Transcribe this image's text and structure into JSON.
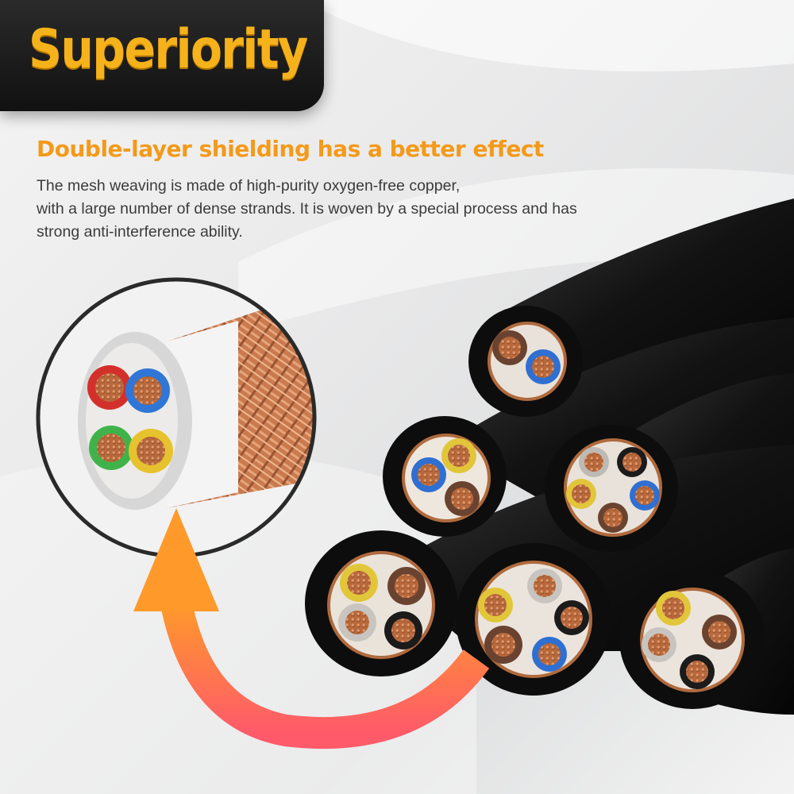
{
  "header": {
    "title": "Superiority"
  },
  "feature": {
    "heading": "Double-layer shielding has a better effect",
    "description_lines": [
      "The mesh weaving is made of high-purity oxygen-free copper,",
      "with a large number of dense strands. It is woven by a special process and has",
      "strong anti-interference ability."
    ]
  },
  "colors": {
    "title_text": "#f6b21a",
    "heading_text": "#f39a1a",
    "badge_background": "#1a1a1a",
    "cable_jacket": "#111111",
    "copper": "#c8774a",
    "arrow_gradient": [
      "#ff5a6a",
      "#ff9a2a"
    ]
  },
  "image": {
    "callout_subject": "cable-cross-section-closeup",
    "main_subject": "black-multi-core-power-cables",
    "indicator": "curved-arrow-icon"
  }
}
